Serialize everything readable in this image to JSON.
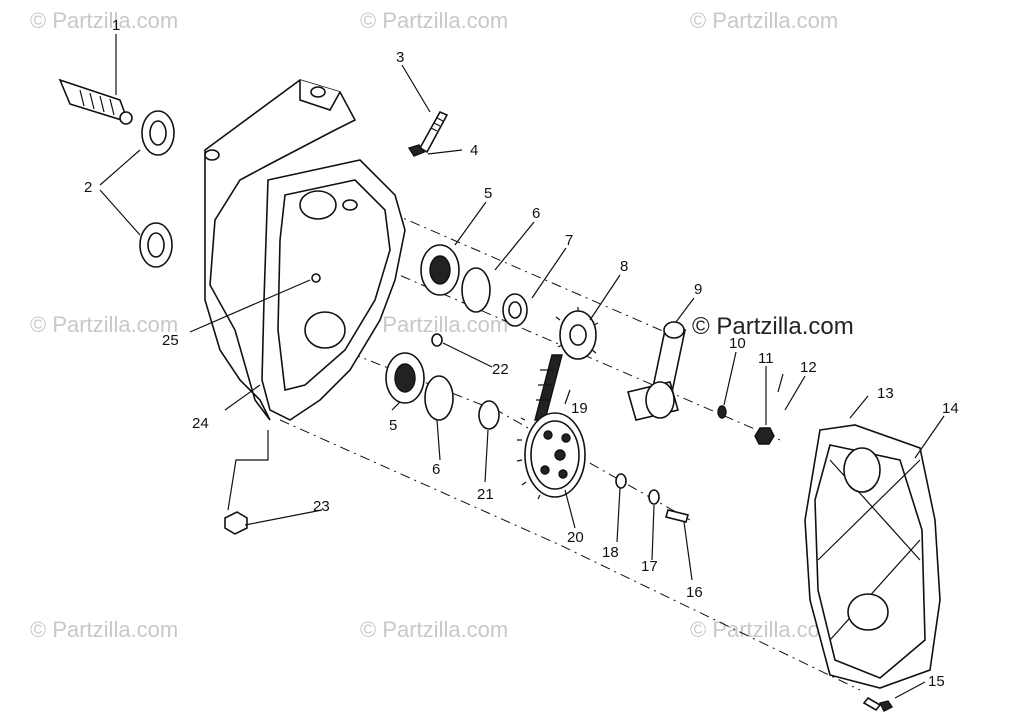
{
  "watermark": {
    "text": "© Partzilla.com",
    "prominent_text": "© Partzilla.com"
  },
  "callouts": [
    {
      "id": "1",
      "label": "1"
    },
    {
      "id": "2",
      "label": "2"
    },
    {
      "id": "3",
      "label": "3"
    },
    {
      "id": "4",
      "label": "4"
    },
    {
      "id": "5a",
      "label": "5"
    },
    {
      "id": "6a",
      "label": "6"
    },
    {
      "id": "7",
      "label": "7"
    },
    {
      "id": "8",
      "label": "8"
    },
    {
      "id": "9",
      "label": "9"
    },
    {
      "id": "10",
      "label": "10"
    },
    {
      "id": "11",
      "label": "11"
    },
    {
      "id": "12",
      "label": "12"
    },
    {
      "id": "13",
      "label": "13"
    },
    {
      "id": "14",
      "label": "14"
    },
    {
      "id": "15",
      "label": "15"
    },
    {
      "id": "16",
      "label": "16"
    },
    {
      "id": "17",
      "label": "17"
    },
    {
      "id": "18",
      "label": "18"
    },
    {
      "id": "19",
      "label": "19"
    },
    {
      "id": "20",
      "label": "20"
    },
    {
      "id": "21",
      "label": "21"
    },
    {
      "id": "22",
      "label": "22"
    },
    {
      "id": "23",
      "label": "23"
    },
    {
      "id": "24",
      "label": "24"
    },
    {
      "id": "25",
      "label": "25"
    },
    {
      "id": "5b",
      "label": "5"
    },
    {
      "id": "6b",
      "label": "6"
    }
  ]
}
